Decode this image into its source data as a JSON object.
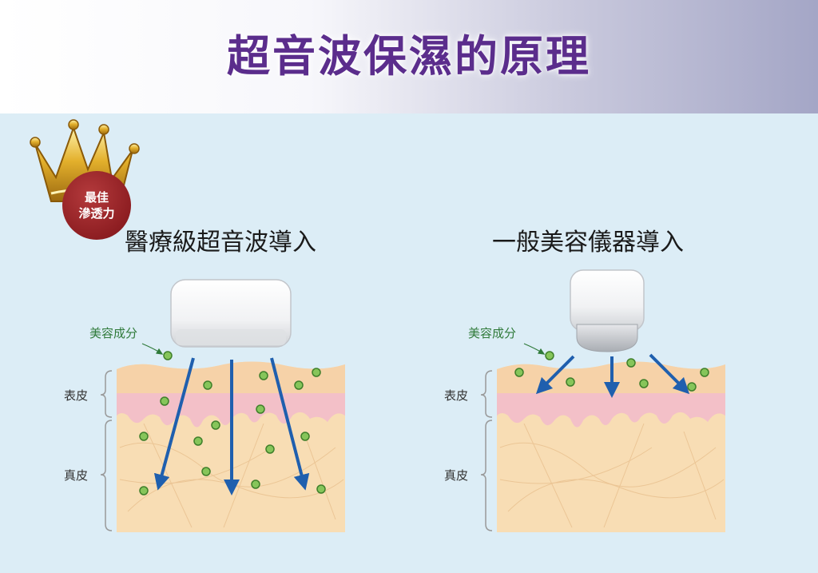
{
  "title": "超音波保濕的原理",
  "badge": {
    "line1": "最佳",
    "line2": "滲透力"
  },
  "left_panel": {
    "title": "醫療級超音波導入",
    "ingredient_label": "美容成分",
    "epidermis_label": "表皮",
    "dermis_label": "真皮"
  },
  "right_panel": {
    "title": "一般美容儀器導入",
    "ingredient_label": "美容成分",
    "epidermis_label": "表皮",
    "dermis_label": "真皮"
  },
  "colors": {
    "title": "#5b2d8c",
    "background": "#dcedf6",
    "skin": "#f8ddb4",
    "epidermis_top": "#f6d2a8",
    "pink_layer": "#f3c0c8",
    "arrow": "#1f5fae",
    "particle": "#86c55a",
    "badge": "#8e1e22"
  },
  "icons": [
    "crown-icon",
    "ultrasound-device-icon",
    "beauty-device-icon",
    "arrow-icon",
    "particle-icon"
  ]
}
